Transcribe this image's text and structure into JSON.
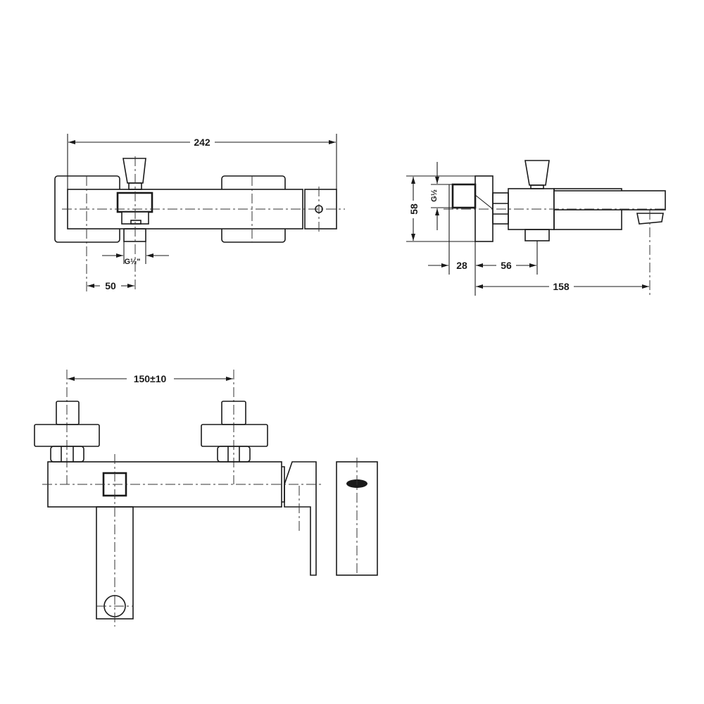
{
  "top_view": {
    "width_label": "242",
    "inlet_thread_label": "G½\"",
    "offset_label": "50"
  },
  "side_view": {
    "height_label": "58",
    "thread_label": "G½",
    "depth_label": "28",
    "body_offset_label": "56",
    "spout_reach_label": "158"
  },
  "front_view": {
    "centers_label": "150±10"
  }
}
